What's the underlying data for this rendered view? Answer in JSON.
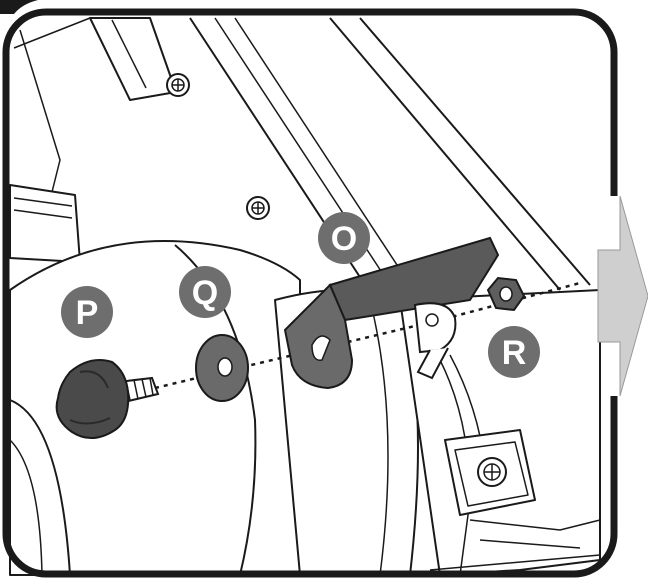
{
  "figure": {
    "labels": {
      "O": "O",
      "P": "P",
      "Q": "Q",
      "R": "R"
    }
  },
  "colors": {
    "ink": "#1a1a1a",
    "callout_fill": "#6e6e6e",
    "callout_text": "#ffffff",
    "bracket": "#5a5a5a",
    "knob": "#4a4a4a",
    "washer": "#6a6a6a",
    "nut": "#5e5e5e",
    "arrow": "#cfcfcf",
    "panel": "#ffffff"
  }
}
